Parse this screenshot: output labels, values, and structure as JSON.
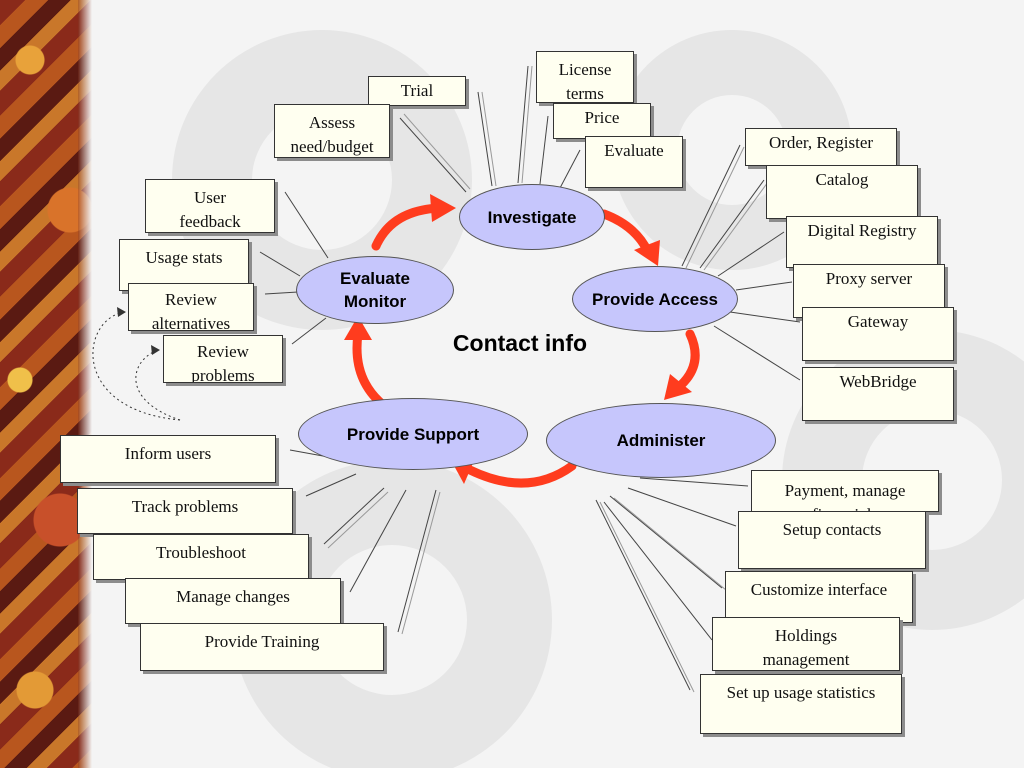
{
  "diagram": {
    "center_label": "Contact info",
    "stages": {
      "investigate": "Investigate",
      "provide_access": "Provide Access",
      "administer": "Administer",
      "provide_support": "Provide Support",
      "evaluate_monitor": "Evaluate\nMonitor"
    },
    "investigate_items": {
      "trial": "Trial",
      "assess": "Assess need/budget",
      "license": "License terms",
      "price": "Price",
      "evaluate": "Evaluate"
    },
    "access_items": {
      "order": "Order, Register",
      "catalog": "Catalog",
      "digital_registry": "Digital Registry",
      "proxy": "Proxy server",
      "gateway": "Gateway",
      "webbridge": "WebBridge"
    },
    "administer_items": {
      "payment": "Payment, manage financials",
      "setup_contacts": "Setup contacts",
      "customize": "Customize interface",
      "holdings": "Holdings management",
      "usage_stats": "Set up usage statistics"
    },
    "support_items": {
      "inform": "Inform users",
      "track": "Track problems",
      "troubleshoot": "Troubleshoot",
      "changes": "Manage changes",
      "training": "Provide Training"
    },
    "evaluate_items": {
      "feedback": "User feedback",
      "usage": "Usage stats",
      "alternatives": "Review alternatives",
      "problems": "Review problems"
    },
    "colors": {
      "node_fill": "#c6c6fc",
      "arrow": "#ff3c1e",
      "box_fill": "#fffff0"
    }
  }
}
